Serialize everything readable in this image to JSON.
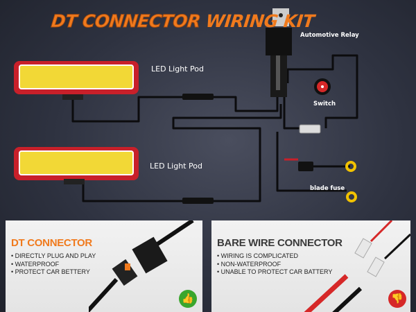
{
  "title": {
    "part1": "DT CONNECTOR",
    "part2": "WIRING KIT"
  },
  "labels": {
    "pod1": "LED Light Pod",
    "pod2": "LED Light Pod",
    "relay": "Automotive Relay",
    "switch": "Switch",
    "fuse": "blade fuse"
  },
  "colors": {
    "accent": "#f07a1d",
    "pod_red": "#c8202a",
    "pod_yellow": "#f2d836",
    "good": "#3aa62d",
    "bad": "#d62828"
  },
  "panels": {
    "good": {
      "title": "DT CONNECTOR",
      "items": [
        "DIRECTLY PLUG AND PLAY",
        "WATERPROOF",
        "PROTECT CAR BETTERY"
      ],
      "icon": "thumbs-up-icon"
    },
    "bad": {
      "title": "BARE WIRE CONNECTOR",
      "items": [
        "WIRING IS COMPLICATED",
        "NON-WATERPROOF",
        "UNABLE TO PROTECT CAR BATTERY"
      ],
      "icon": "thumbs-down-icon"
    }
  }
}
